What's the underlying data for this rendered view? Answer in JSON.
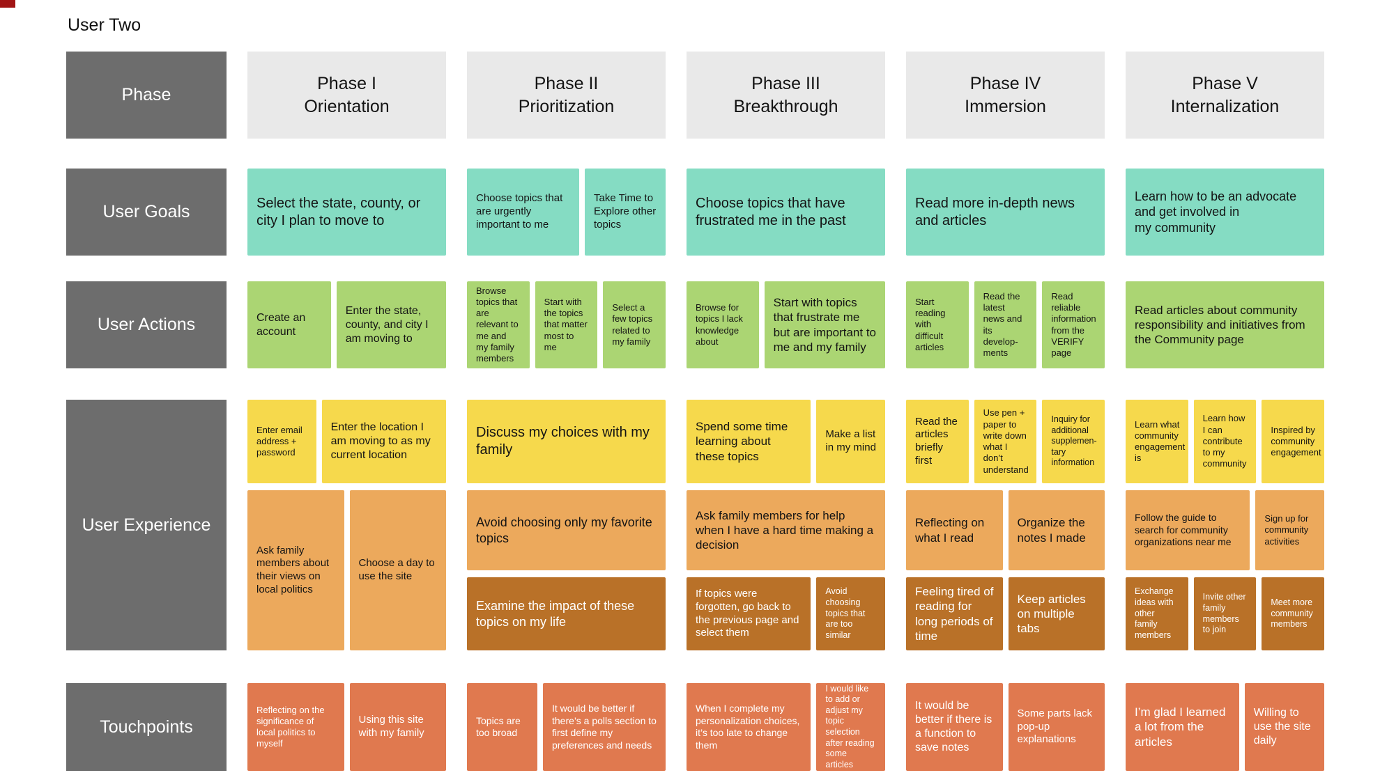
{
  "title": "User Two",
  "row_headers": {
    "phase": "Phase",
    "goals": "User Goals",
    "actions": "User Actions",
    "experience": "User Experience",
    "touchpoints": "Touchpoints"
  },
  "phases": [
    {
      "numeral": "Phase I",
      "name": "Orientation"
    },
    {
      "numeral": "Phase II",
      "name": "Prioritization"
    },
    {
      "numeral": "Phase III",
      "name": "Breakthrough"
    },
    {
      "numeral": "Phase IV",
      "name": "Immersion"
    },
    {
      "numeral": "Phase V",
      "name": "Internalization"
    }
  ],
  "columns": {
    "p1": {
      "goals": [
        "Select the state, county, or city I plan to move to"
      ],
      "actions": [
        "Create an account",
        "Enter the state, county, and city I am moving to"
      ],
      "exp_yellow": [
        "Enter email address + password",
        "Enter the location I am moving to as my current location"
      ],
      "exp_orange": [
        "Ask family members about their views on local politics",
        "Choose a day to use the site"
      ],
      "touchpoints": [
        "Reflecting on the significance of local politics to myself",
        "Using this site with my family"
      ]
    },
    "p2": {
      "goals": [
        "Choose topics that are urgently important to me",
        "Take Time to Explore other topics"
      ],
      "actions": [
        "Browse topics that are relevant to me and my family members",
        "Start with the topics that matter most to me",
        "Select a few topics related to my family"
      ],
      "exp_yellow": [
        "Discuss my choices with my family"
      ],
      "exp_orange": [
        "Avoid choosing only my favorite topics"
      ],
      "exp_brown": [
        "Examine the impact of these topics on my life"
      ],
      "touchpoints": [
        "Topics are too broad",
        "It would be better if there’s a polls section to first define my preferences and needs"
      ]
    },
    "p3": {
      "goals": [
        "Choose topics that have frustrated me in the past"
      ],
      "actions": [
        "Browse for topics I lack knowledge about",
        "Start with topics that frustrate me but are important to me and my family"
      ],
      "exp_yellow": [
        "Spend some time learning about these topics",
        "Make a list in my mind"
      ],
      "exp_orange": [
        "Ask family members for help when I have a hard time making a decision"
      ],
      "exp_brown": [
        "If topics were forgotten, go back to the previous page and select them",
        "Avoid choosing topics that are too similar"
      ],
      "touchpoints": [
        "When I complete my personalization choices, it’s too late to change them",
        "I would like to add or adjust my topic selection after reading some articles"
      ]
    },
    "p4": {
      "goals": [
        "Read more in-depth news and articles"
      ],
      "actions": [
        "Start reading with difficult articles",
        "Read the latest news and its develop-\nments",
        "Read reliable information from the VERIFY page"
      ],
      "exp_yellow": [
        "Read the articles briefly first",
        "Use pen + paper to write down what I don’t understand",
        "Inquiry for additional supplemen-\ntary information"
      ],
      "exp_orange": [
        "Reflecting on what I read",
        "Organize the notes I made"
      ],
      "exp_brown": [
        "Feeling tired of reading for long periods of time",
        "Keep articles on multiple tabs"
      ],
      "touchpoints": [
        "It would be better if there is a function to save notes",
        "Some parts lack pop-up explanations"
      ]
    },
    "p5": {
      "goals": [
        "Learn how to be an advocate and get involved in\nmy community"
      ],
      "actions": [
        "Read articles about community responsibility and initiatives from the Community page"
      ],
      "exp_yellow": [
        "Learn what community engagement is",
        "Learn how I can contribute to my community",
        "Inspired by community engagement"
      ],
      "exp_orange": [
        "Follow the guide to search for community organizations near me",
        "Sign up for community activities"
      ],
      "exp_brown": [
        "Exchange ideas with other family members",
        "Invite other family members to join",
        "Meet more community members"
      ],
      "touchpoints": [
        "I’m glad I learned a lot from the articles",
        "Willing to use the site daily"
      ]
    }
  },
  "colors": {
    "row_header": "#6d6d6d",
    "phase_header": "#e9e9e9",
    "goals": "#85dcc3",
    "actions": "#abd573",
    "experience_high": "#f6d94c",
    "experience_mid": "#eca95c",
    "experience_low": "#b97128",
    "touchpoints": "#e0794f"
  }
}
